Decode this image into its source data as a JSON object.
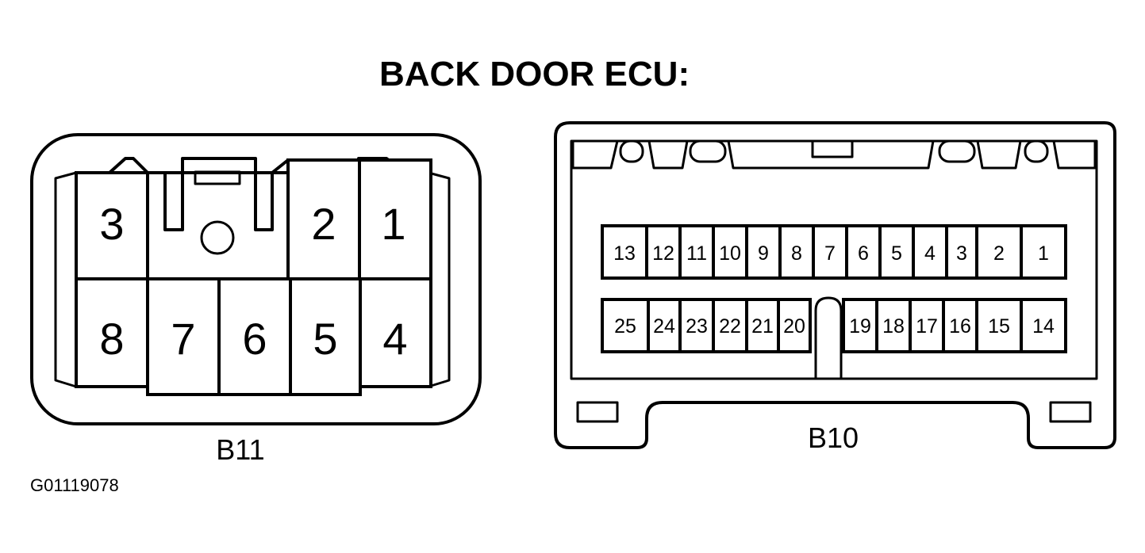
{
  "title": "BACK DOOR ECU:",
  "figure_code": "G01119078",
  "connectors": {
    "b11": {
      "label": "B11",
      "top_pins": [
        "3",
        "2",
        "1"
      ],
      "bottom_pins": [
        "8",
        "7",
        "6",
        "5",
        "4"
      ]
    },
    "b10": {
      "label": "B10",
      "top_pins": [
        "13",
        "12",
        "11",
        "10",
        "9",
        "8",
        "7",
        "6",
        "5",
        "4",
        "3",
        "2",
        "1"
      ],
      "bottom_left_pins": [
        "25",
        "24",
        "23",
        "22",
        "21",
        "20"
      ],
      "bottom_right_pins": [
        "19",
        "18",
        "17",
        "16",
        "15",
        "14"
      ]
    }
  }
}
